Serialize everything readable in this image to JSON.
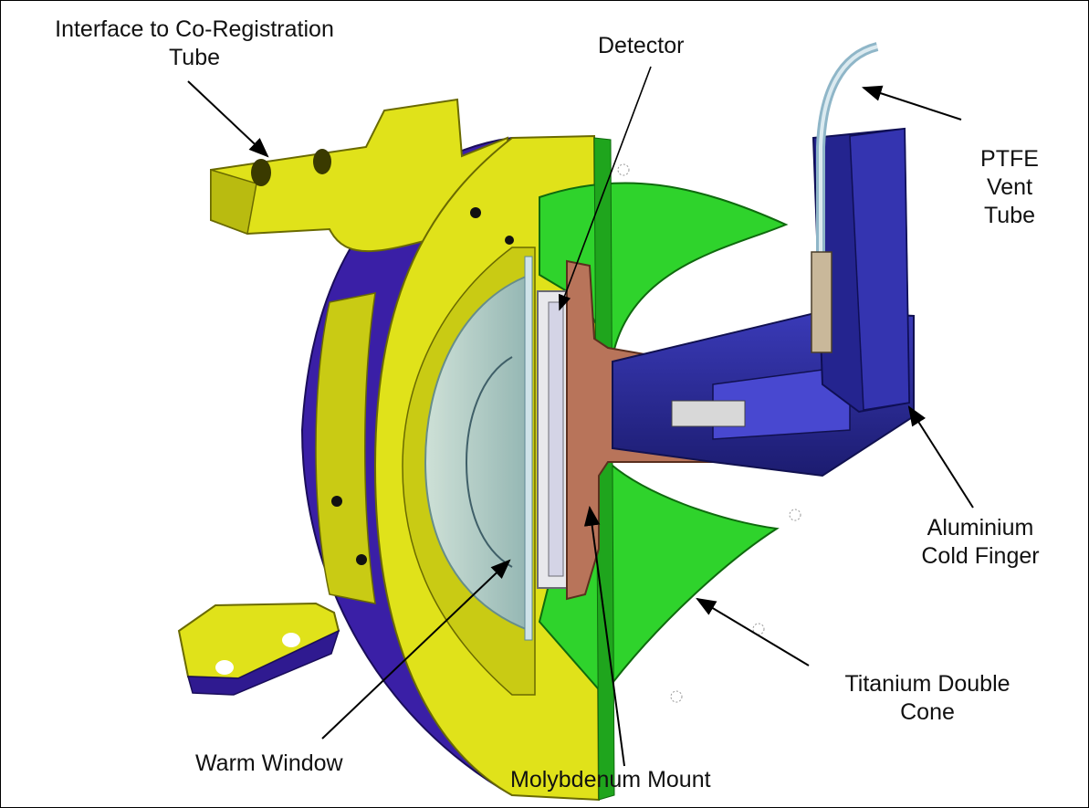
{
  "labels": {
    "coreg": {
      "line1": "Interface to Co-Registration",
      "line2": "Tube"
    },
    "detector": "Detector",
    "ptfe": {
      "line1": "PTFE",
      "line2": "Vent",
      "line3": "Tube"
    },
    "aluminium": {
      "line1": "Aluminium",
      "line2": "Cold Finger"
    },
    "titanium": {
      "line1": "Titanium Double",
      "line2": "Cone"
    },
    "molybdenum": "Molybdenum Mount",
    "warm_window": "Warm Window"
  },
  "colors": {
    "housing_purple": "#3a1fa6",
    "flange_yellow": "#e0e21a",
    "cone_green": "#2fd32c",
    "mount_copper": "#b8745a",
    "finger_navy": "#24248f",
    "window_glass": "#a9c9d2",
    "leader": "#000000"
  }
}
